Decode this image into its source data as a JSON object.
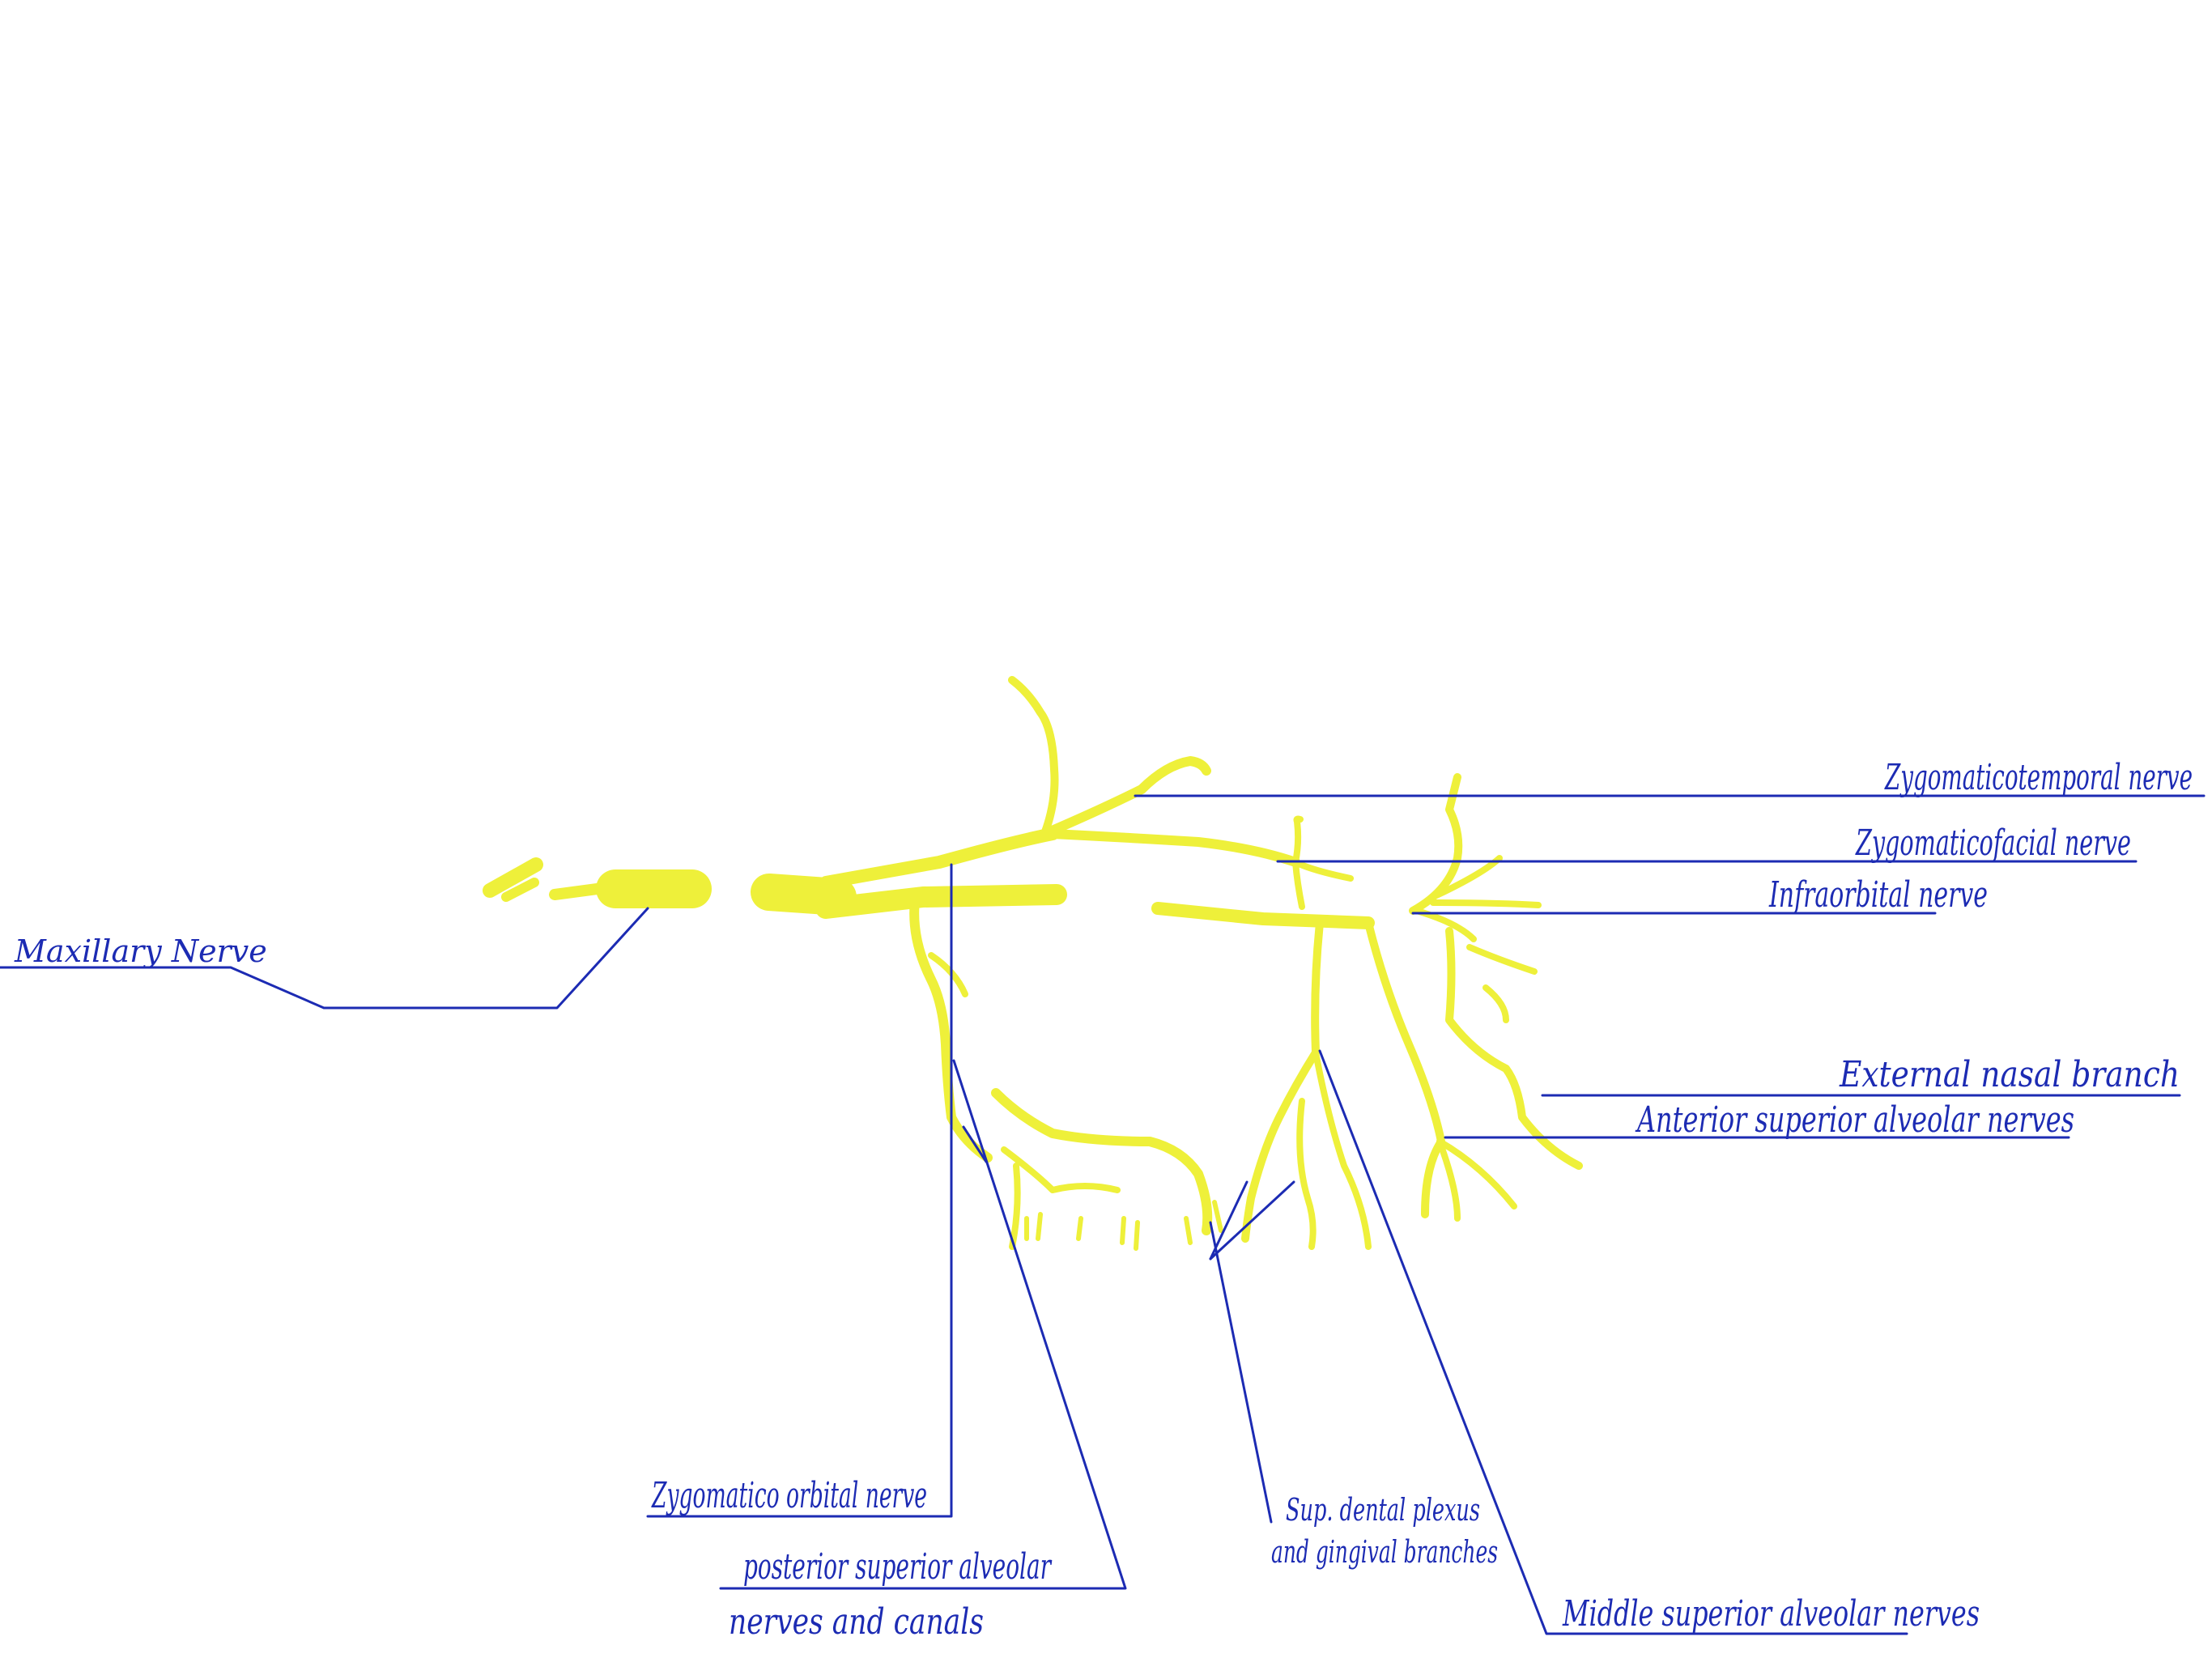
{
  "diagram": {
    "colors": {
      "nerve": "#eef03a",
      "annotation": "#1c2bb3",
      "background": "#ffffff"
    },
    "labels": {
      "maxillary_nerve": "Maxillary Nerve",
      "zygomaticotemporal_nerve": "Zygomaticotemporal nerve",
      "zygomaticofacial_nerve": "Zygomaticofacial nerve",
      "infraorbital_nerve": "Infraorbital nerve",
      "external_nasal_branch": "External nasal branch",
      "anterior_superior_alveolar": "Anterior superior alveolar nerves",
      "zygomatico_orbital_nerve": "Zygomatico orbital nerve",
      "posterior_superior_alveolar_line1": "posterior superior alveolar",
      "posterior_superior_alveolar_line2": "nerves and canals",
      "superior_dental_plexus_line1": "Sup. dental plexus",
      "superior_dental_plexus_line2": "and gingival branches",
      "middle_superior_alveolar": "Middle superior alveolar nerves"
    }
  }
}
